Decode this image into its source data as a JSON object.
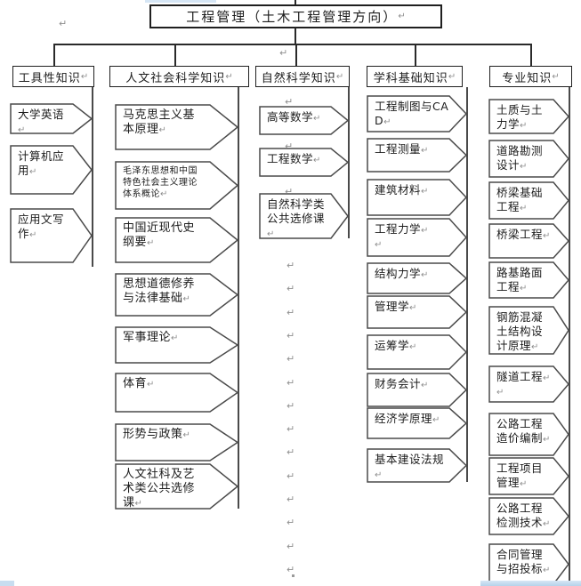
{
  "title": {
    "text": "工程管理（土木工程管理方向）"
  },
  "marks": {
    "pilcrow": "↵",
    "dot": "·"
  },
  "colors": {
    "line": "#2a2a2a",
    "box_border": "#1f1f1f",
    "shape_border": "#4a4a4a",
    "shape_fill": "#ffffff",
    "pilcrow": "#8f8f8f",
    "artifact_blue_light": "#d6e6f5",
    "artifact_blue": "#b5d2ea"
  },
  "columns": [
    {
      "header": "工具性知识",
      "items": [
        {
          "label": "大学英语"
        },
        {
          "label": "计算机应用"
        },
        {
          "label": "应用文写作"
        }
      ]
    },
    {
      "header": "人文社会科学知识",
      "items": [
        {
          "label": "马克思主义基本原理"
        },
        {
          "label": "毛泽东思想和中国特色社会主义理论体系概论",
          "small": true
        },
        {
          "label": "中国近现代史纲要"
        },
        {
          "label": "思想道德修养与法律基础"
        },
        {
          "label": "军事理论"
        },
        {
          "label": "体育"
        },
        {
          "label": "形势与政策"
        },
        {
          "label": "人文社科及艺术类公共选修课"
        }
      ]
    },
    {
      "header": "自然科学知识",
      "items": [
        {
          "label": "高等数学"
        },
        {
          "label": "工程数学"
        },
        {
          "label": "自然科学类公共选修课"
        }
      ]
    },
    {
      "header": "学科基础知识",
      "items": [
        {
          "label": "工程制图与CAD"
        },
        {
          "label": "工程测量"
        },
        {
          "label": "建筑材料"
        },
        {
          "label": "工程力学",
          "extra_pilcrow_line": true
        },
        {
          "label": "结构力学"
        },
        {
          "label": "管理学"
        },
        {
          "label": "运筹学"
        },
        {
          "label": "财务会计"
        },
        {
          "label": "经济学原理"
        },
        {
          "label": "基本建设法规"
        }
      ]
    },
    {
      "header": "专业知识",
      "items": [
        {
          "label": "土质与土力学"
        },
        {
          "label": "道路勘测设计"
        },
        {
          "label": "桥梁基础工程"
        },
        {
          "label": "桥梁工程"
        },
        {
          "label": "路基路面工程"
        },
        {
          "label": "钢筋混凝土结构设计原理"
        },
        {
          "label": "隧道工程",
          "extra_pilcrow_line": true
        },
        {
          "label": "公路工程造价编制"
        },
        {
          "label": "工程项目管理"
        },
        {
          "label": "公路工程检测技术"
        },
        {
          "label": "合同管理与招投标"
        }
      ]
    }
  ]
}
